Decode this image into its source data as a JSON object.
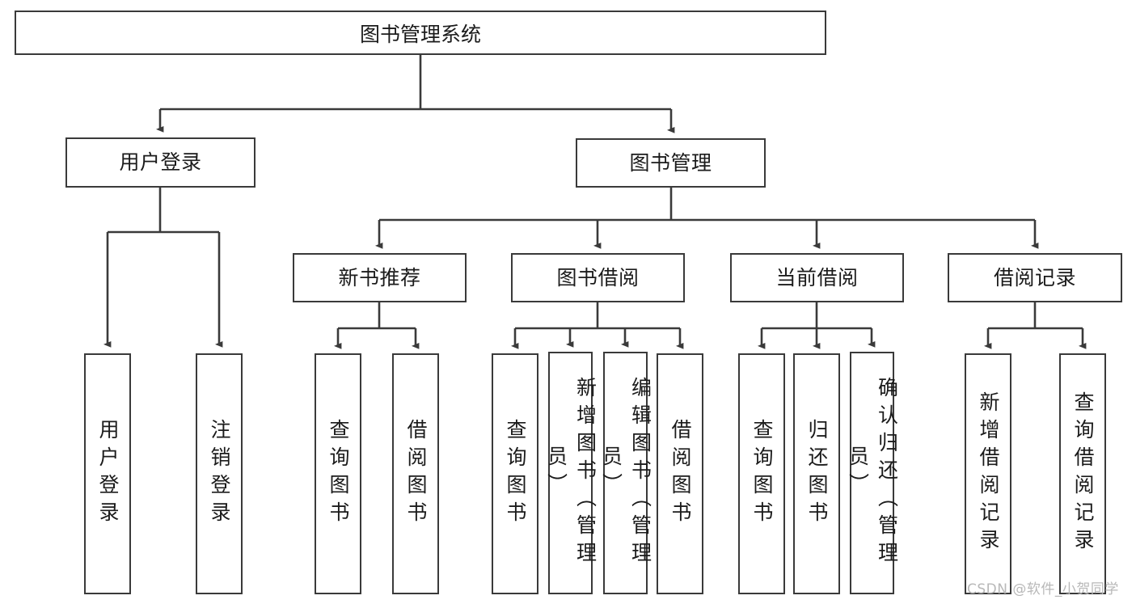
{
  "diagram": {
    "title": "图书管理系统",
    "type": "hierarchy-tree",
    "watermark": "CSDN @软件_小贺同学",
    "colors": {
      "stroke": "#3a3a3a",
      "fill": "#ffffff",
      "text": "#1b1b1b",
      "watermark": "#b8b8b8"
    },
    "root": {
      "label": "图书管理系统"
    },
    "level1": [
      {
        "label": "用户登录"
      },
      {
        "label": "图书管理"
      }
    ],
    "level2": [
      {
        "label": "新书推荐"
      },
      {
        "label": "图书借阅"
      },
      {
        "label": "当前借阅"
      },
      {
        "label": "借阅记录"
      }
    ],
    "leaves": {
      "user_login": [
        {
          "label": "用户登录"
        },
        {
          "label": "注销登录"
        }
      ],
      "new_book_recommend": [
        {
          "label": "查询图书"
        },
        {
          "label": "借阅图书"
        }
      ],
      "book_borrow": [
        {
          "label": "查询图书"
        },
        {
          "label": "新增图书（管理员）"
        },
        {
          "label": "编辑图书（管理员）"
        },
        {
          "label": "借阅图书"
        }
      ],
      "current_borrow": [
        {
          "label": "查询图书"
        },
        {
          "label": "归还图书"
        },
        {
          "label": "确认归还（管理员）"
        }
      ],
      "borrow_record": [
        {
          "label": "新增借阅记录"
        },
        {
          "label": "查询借阅记录"
        }
      ]
    }
  }
}
